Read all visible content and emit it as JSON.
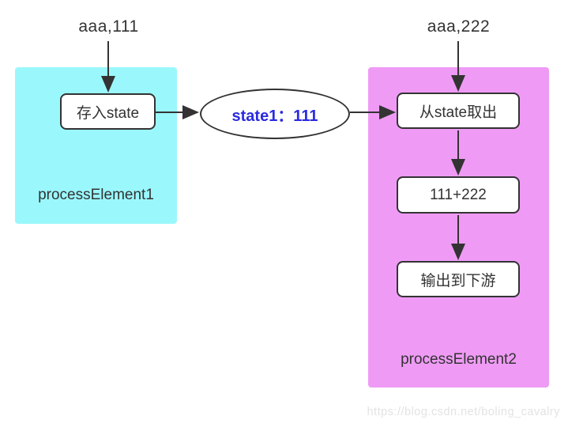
{
  "inputs": {
    "left": "aaa,111",
    "right": "aaa,222"
  },
  "group1": {
    "label": "processElement1",
    "node_store": "存入state"
  },
  "group2": {
    "label": "processElement2",
    "node_fetch": "从state取出",
    "node_add": "111+222",
    "node_output": "输出到下游"
  },
  "state": {
    "label": "state1：111"
  },
  "watermark": "https://blog.csdn.net/boling_cavalry",
  "colors": {
    "stroke": "#333333",
    "group1_bg": "#9af8fc",
    "group2_bg": "#ef9bf5",
    "state_text": "#2b2bdf",
    "watermark_text": "#e3e3e3"
  }
}
